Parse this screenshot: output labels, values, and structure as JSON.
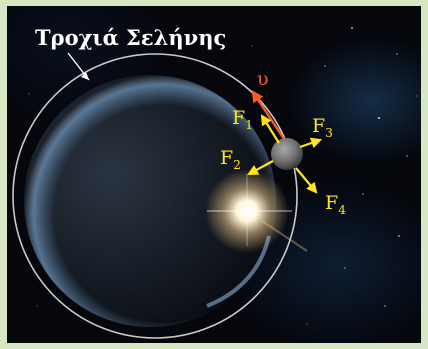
{
  "title": "Τροχιά Σελήνης",
  "velocity_label": "υ",
  "forces": [
    {
      "name": "F",
      "sub": "1"
    },
    {
      "name": "F",
      "sub": "2"
    },
    {
      "name": "F",
      "sub": "3"
    },
    {
      "name": "F",
      "sub": "4"
    }
  ],
  "colors": {
    "frame": "#d7e6c3",
    "force_arrows": "#ffe61a",
    "velocity_arrow": "#ff5a2a",
    "orbit": "#c9c9c9",
    "title": "#ffffff"
  }
}
